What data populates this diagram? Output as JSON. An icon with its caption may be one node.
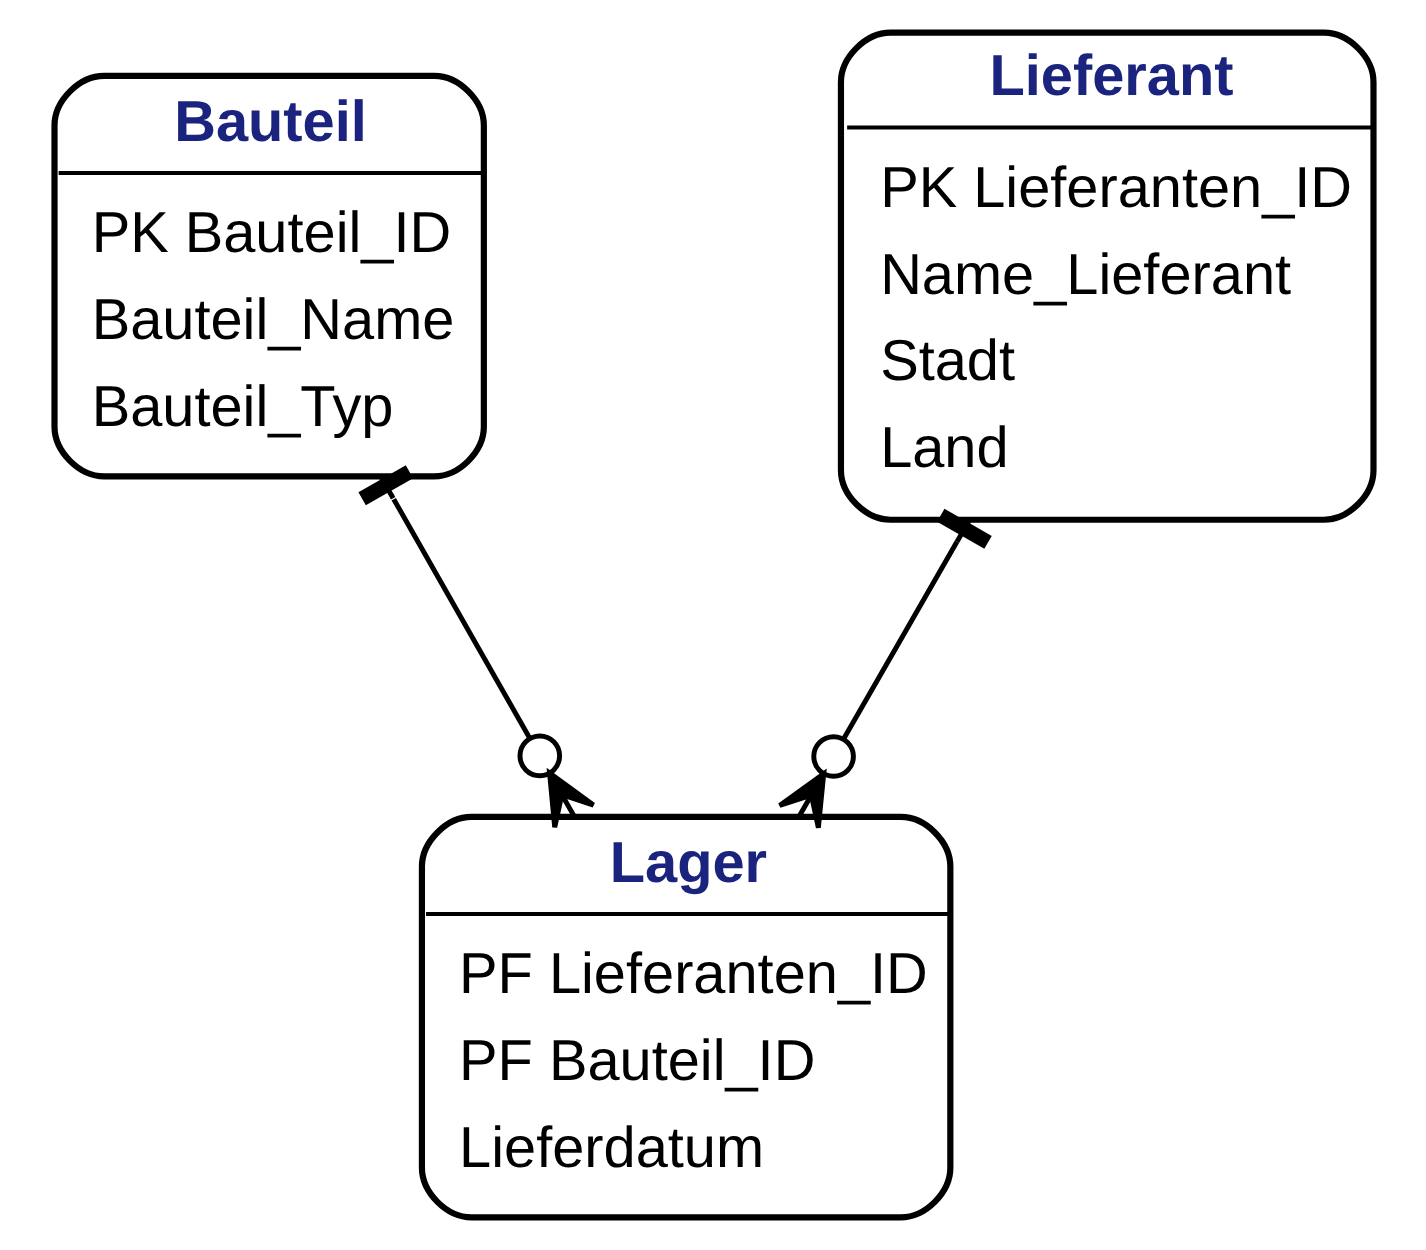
{
  "diagram": {
    "nodes": [
      {
        "text": [
          "Bauteil",
          "PK Bauteil_ID",
          "Bauteil_Name",
          "Bauteil_Typ"
        ]
      },
      {
        "text": [
          "Lieferant",
          "PK Lieferanten_ID",
          "Name_Lieferant",
          "Stadt",
          "Land"
        ]
      },
      {
        "text": [
          "Lager",
          "PF Lieferanten_ID",
          "PF Bauteil_ID",
          "Lieferdatum"
        ]
      }
    ],
    "edges": [
      {
        "from": 0,
        "to": 2,
        "arrow": "other"
      },
      {
        "from": 1,
        "to": 2,
        "arrow": "other"
      }
    ]
  }
}
